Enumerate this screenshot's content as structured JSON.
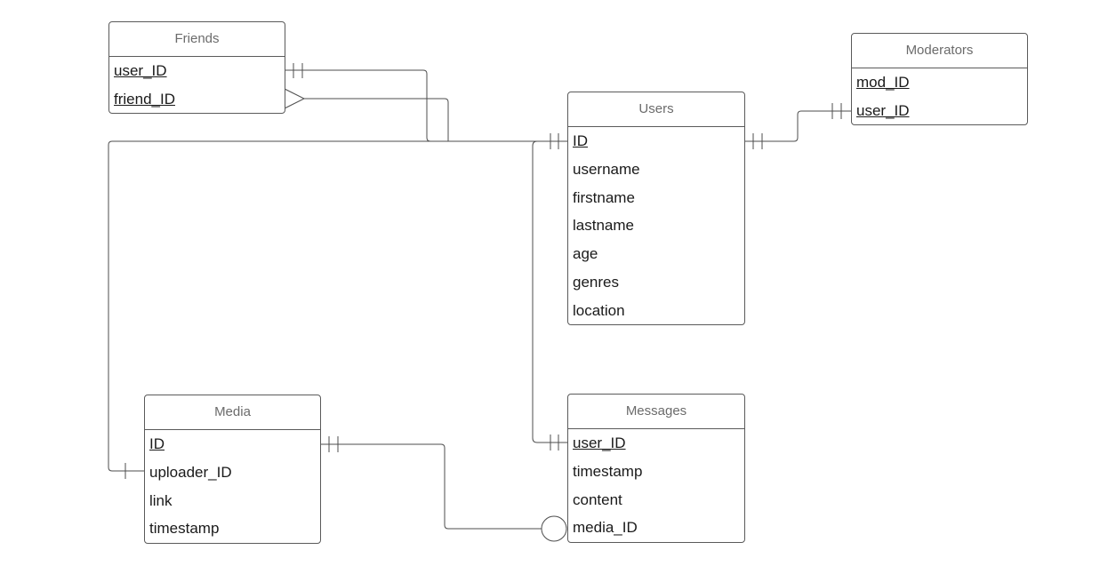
{
  "entities": {
    "friends": {
      "title": "Friends",
      "fields": [
        {
          "name": "user_ID",
          "key": true
        },
        {
          "name": "friend_ID",
          "key": true
        }
      ]
    },
    "moderators": {
      "title": "Moderators",
      "fields": [
        {
          "name": "mod_ID",
          "key": true
        },
        {
          "name": "user_ID",
          "key": true
        }
      ]
    },
    "users": {
      "title": "Users",
      "fields": [
        {
          "name": "ID",
          "key": true
        },
        {
          "name": "username",
          "key": false
        },
        {
          "name": "firstname",
          "key": false
        },
        {
          "name": "lastname",
          "key": false
        },
        {
          "name": "age",
          "key": false
        },
        {
          "name": "genres",
          "key": false
        },
        {
          "name": "location",
          "key": false
        }
      ]
    },
    "media": {
      "title": "Media",
      "fields": [
        {
          "name": "ID",
          "key": true
        },
        {
          "name": "uploader_ID",
          "key": false
        },
        {
          "name": "link",
          "key": false
        },
        {
          "name": "timestamp",
          "key": false
        }
      ]
    },
    "messages": {
      "title": "Messages",
      "fields": [
        {
          "name": "user_ID",
          "key": true
        },
        {
          "name": "timestamp",
          "key": false
        },
        {
          "name": "content",
          "key": false
        },
        {
          "name": "media_ID",
          "key": false
        }
      ]
    }
  },
  "relationships": [
    {
      "from": "Friends.user_ID",
      "to": "Users.ID",
      "from_end": "one-and-only-one",
      "to_end": "one-and-only-one"
    },
    {
      "from": "Friends.friend_ID",
      "to": "Users.ID",
      "from_end": "many",
      "to_end": "one-and-only-one"
    },
    {
      "from": "Users.ID",
      "to": "Moderators.user_ID",
      "from_end": "one-and-only-one",
      "to_end": "one-and-only-one"
    },
    {
      "from": "Users.ID",
      "to": "Media.uploader_ID",
      "from_end": "one-and-only-one",
      "to_end": "one"
    },
    {
      "from": "Users.ID",
      "to": "Messages.user_ID",
      "from_end": "one-and-only-one",
      "to_end": "one-and-only-one"
    },
    {
      "from": "Media.ID",
      "to": "Messages.media_ID",
      "from_end": "one-and-only-one",
      "to_end": "zero"
    }
  ],
  "style": {
    "line_color": "#4d4d4d",
    "border_color": "#5a5a5a",
    "title_color": "#6b6b6b"
  }
}
